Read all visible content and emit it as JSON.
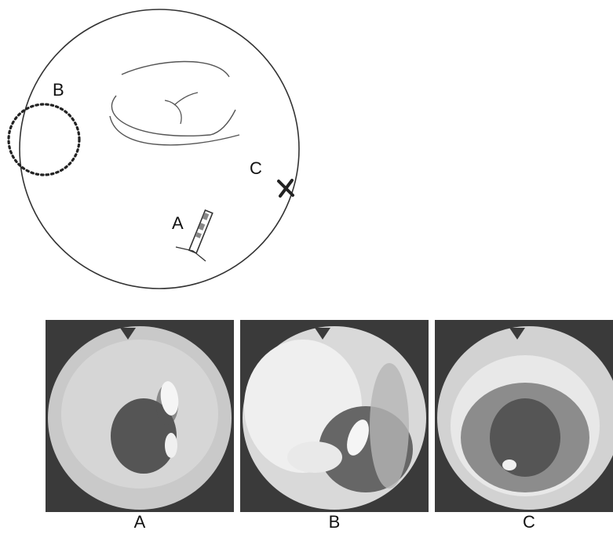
{
  "diagram": {
    "labels": {
      "a": "A",
      "b": "B",
      "c": "C"
    }
  },
  "panels": [
    {
      "caption": "A"
    },
    {
      "caption": "B"
    },
    {
      "caption": "C"
    }
  ]
}
